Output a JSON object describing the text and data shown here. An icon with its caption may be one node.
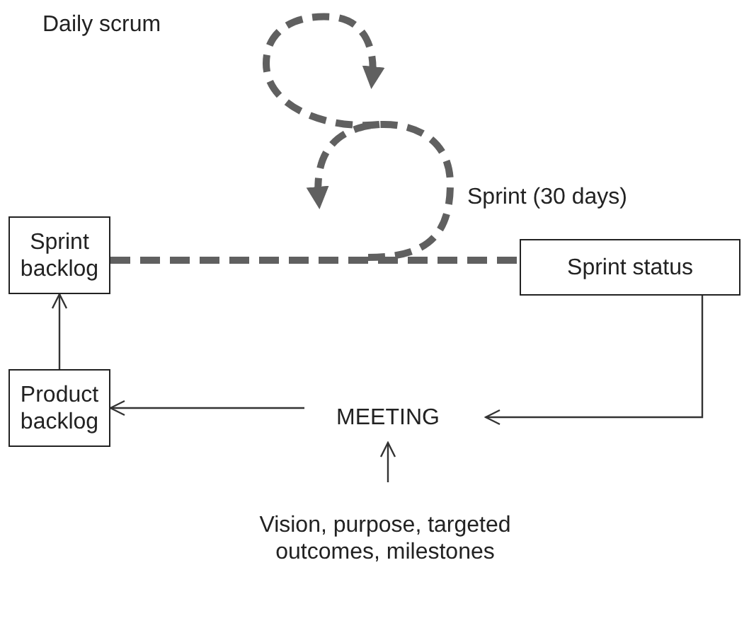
{
  "diagram": {
    "nodes": [
      {
        "text": [
          "Sprint backlog"
        ]
      },
      {
        "text": [
          "Sprint status"
        ]
      },
      {
        "text": [
          "Product backlog"
        ]
      },
      {
        "text": [
          "MEETING"
        ]
      },
      {
        "text": [
          "Vision, purpose, targeted outcomes, milestones"
        ]
      }
    ],
    "edges": [
      {
        "from": 0,
        "to": 1,
        "arrow": "none",
        "style": "dashed",
        "color": "#606060"
      },
      {
        "from": 2,
        "to": 0,
        "arrow": "to"
      },
      {
        "from": 1,
        "to": 3,
        "arrow": "to"
      },
      {
        "from": 3,
        "to": 2,
        "arrow": "to"
      },
      {
        "from": 4,
        "to": 3,
        "arrow": "to"
      }
    ],
    "labels": [
      "Daily scrum",
      "Sprint (30 days)"
    ]
  }
}
